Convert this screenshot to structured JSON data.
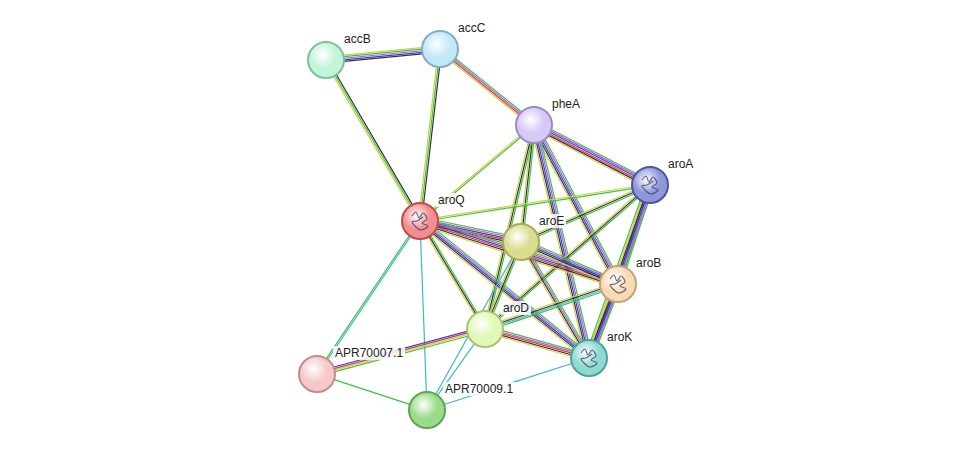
{
  "diagram": {
    "nodes": [
      {
        "text": [
          "accB"
        ]
      },
      {
        "text": [
          "accC"
        ]
      },
      {
        "text": [
          "pheA"
        ]
      },
      {
        "text": [
          "aroA"
        ]
      },
      {
        "text": [
          "aroQ"
        ]
      },
      {
        "text": [
          "aroE"
        ]
      },
      {
        "text": [
          "aroB"
        ]
      },
      {
        "text": [
          "aroD"
        ]
      },
      {
        "text": [
          "aroK"
        ]
      },
      {
        "text": [
          "APR70007.1"
        ]
      },
      {
        "text": [
          "APR70009.1"
        ]
      }
    ],
    "edges": [
      {
        "from": 0,
        "to": 1,
        "arrow": "none"
      },
      {
        "from": 0,
        "to": 4,
        "arrow": "none"
      },
      {
        "from": 1,
        "to": 4,
        "arrow": "none"
      },
      {
        "from": 1,
        "to": 2,
        "arrow": "none"
      },
      {
        "from": 2,
        "to": 3,
        "arrow": "none"
      },
      {
        "from": 2,
        "to": 4,
        "arrow": "none"
      },
      {
        "from": 2,
        "to": 5,
        "arrow": "none"
      },
      {
        "from": 2,
        "to": 6,
        "arrow": "none"
      },
      {
        "from": 2,
        "to": 7,
        "arrow": "none"
      },
      {
        "from": 2,
        "to": 8,
        "arrow": "none"
      },
      {
        "from": 3,
        "to": 4,
        "arrow": "none"
      },
      {
        "from": 3,
        "to": 5,
        "arrow": "none"
      },
      {
        "from": 3,
        "to": 6,
        "arrow": "none"
      },
      {
        "from": 3,
        "to": 8,
        "arrow": "none"
      },
      {
        "from": 3,
        "to": 7,
        "arrow": "none"
      },
      {
        "from": 4,
        "to": 5,
        "arrow": "none"
      },
      {
        "from": 4,
        "to": 6,
        "arrow": "none"
      },
      {
        "from": 4,
        "to": 8,
        "arrow": "none"
      },
      {
        "from": 4,
        "to": 7,
        "arrow": "none"
      },
      {
        "from": 4,
        "to": 9,
        "arrow": "none"
      },
      {
        "from": 4,
        "to": 10,
        "arrow": "none"
      },
      {
        "from": 5,
        "to": 6,
        "arrow": "none"
      },
      {
        "from": 5,
        "to": 8,
        "arrow": "none"
      },
      {
        "from": 5,
        "to": 7,
        "arrow": "none"
      },
      {
        "from": 5,
        "to": 10,
        "arrow": "none"
      },
      {
        "from": 6,
        "to": 8,
        "arrow": "none"
      },
      {
        "from": 6,
        "to": 7,
        "arrow": "none"
      },
      {
        "from": 7,
        "to": 8,
        "arrow": "none"
      },
      {
        "from": 7,
        "to": 9,
        "arrow": "none"
      },
      {
        "from": 7,
        "to": 10,
        "arrow": "none"
      },
      {
        "from": 9,
        "to": 10,
        "arrow": "none"
      },
      {
        "from": 8,
        "to": 10,
        "arrow": "none"
      }
    ]
  }
}
